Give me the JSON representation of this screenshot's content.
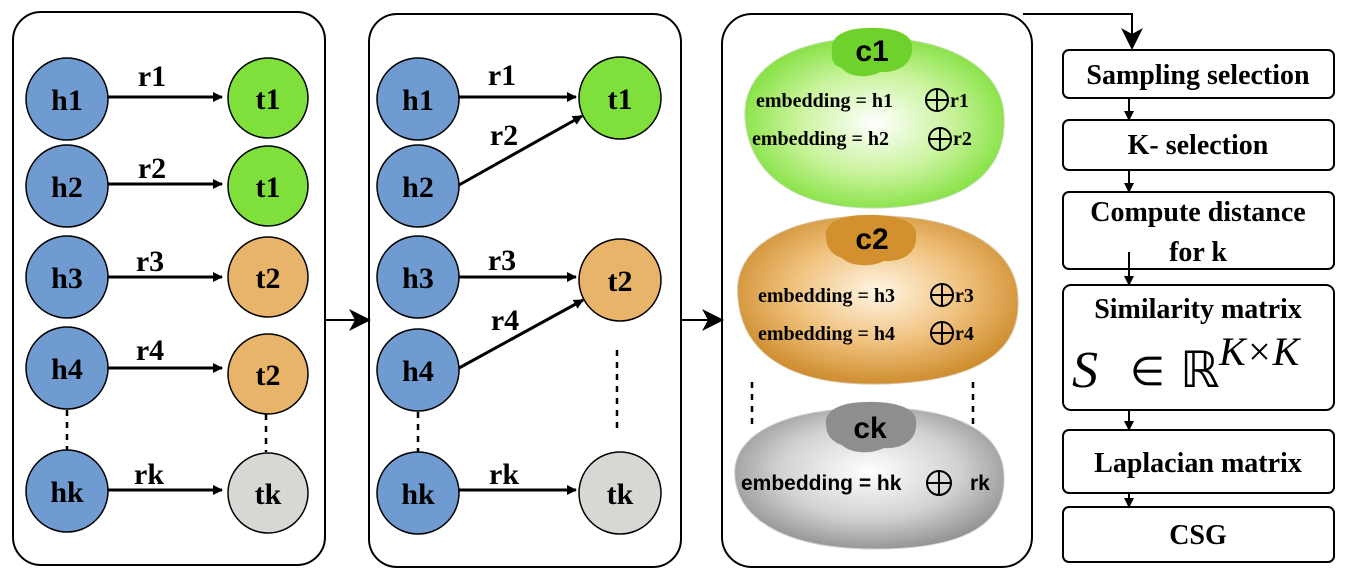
{
  "panel1": {
    "rows": [
      {
        "head": "h1",
        "rel": "r1",
        "tail": "t1",
        "tail_color": "#7fe03c"
      },
      {
        "head": "h2",
        "rel": "r2",
        "tail": "t1",
        "tail_color": "#7fe03c"
      },
      {
        "head": "h3",
        "rel": "r3",
        "tail": "t2",
        "tail_color": "#e8b46a"
      },
      {
        "head": "h4",
        "rel": "r4",
        "tail": "t2",
        "tail_color": "#e8b46a"
      },
      {
        "head": "hk",
        "rel": "rk",
        "tail": "tk",
        "tail_color": "#d7d8d3"
      }
    ]
  },
  "panel2": {
    "heads": [
      "h1",
      "h2",
      "h3",
      "h4",
      "hk"
    ],
    "tails": [
      {
        "label": "t1",
        "color": "#7fe03c"
      },
      {
        "label": "t2",
        "color": "#e8b46a"
      },
      {
        "label": "tk",
        "color": "#d7d8d3"
      }
    ],
    "relations": [
      "r1",
      "r2",
      "r3",
      "r4",
      "rk"
    ]
  },
  "head_color": "#6f9bd1",
  "clusters": [
    {
      "label": "c1",
      "color": "#7fe03c",
      "embeddings": [
        {
          "text": "embedding = h1",
          "rel": "r1"
        },
        {
          "text": "embedding = h2",
          "rel": "r2"
        }
      ]
    },
    {
      "label": "c2",
      "color": "#e3a24a",
      "embeddings": [
        {
          "text": "embedding = h3",
          "rel": "r3"
        },
        {
          "text": "embedding = h4",
          "rel": "r4"
        }
      ]
    },
    {
      "label": "ck",
      "color": "#9a9a9a",
      "embeddings": [
        {
          "text": "embedding = hk",
          "rel": "rk"
        }
      ]
    }
  ],
  "pipeline": {
    "steps": [
      {
        "lines": [
          "Sampling selection"
        ]
      },
      {
        "lines": [
          "K- selection"
        ]
      },
      {
        "lines": [
          "Compute distance",
          "for k"
        ]
      },
      {
        "lines": [
          "Similarity matrix"
        ]
      },
      {
        "lines": [
          "Laplacian matrix"
        ]
      },
      {
        "lines": [
          "CSG"
        ]
      }
    ],
    "formula": {
      "lhs": "S",
      "op": "∈",
      "set": "ℝ",
      "exponent": "K×K"
    }
  }
}
